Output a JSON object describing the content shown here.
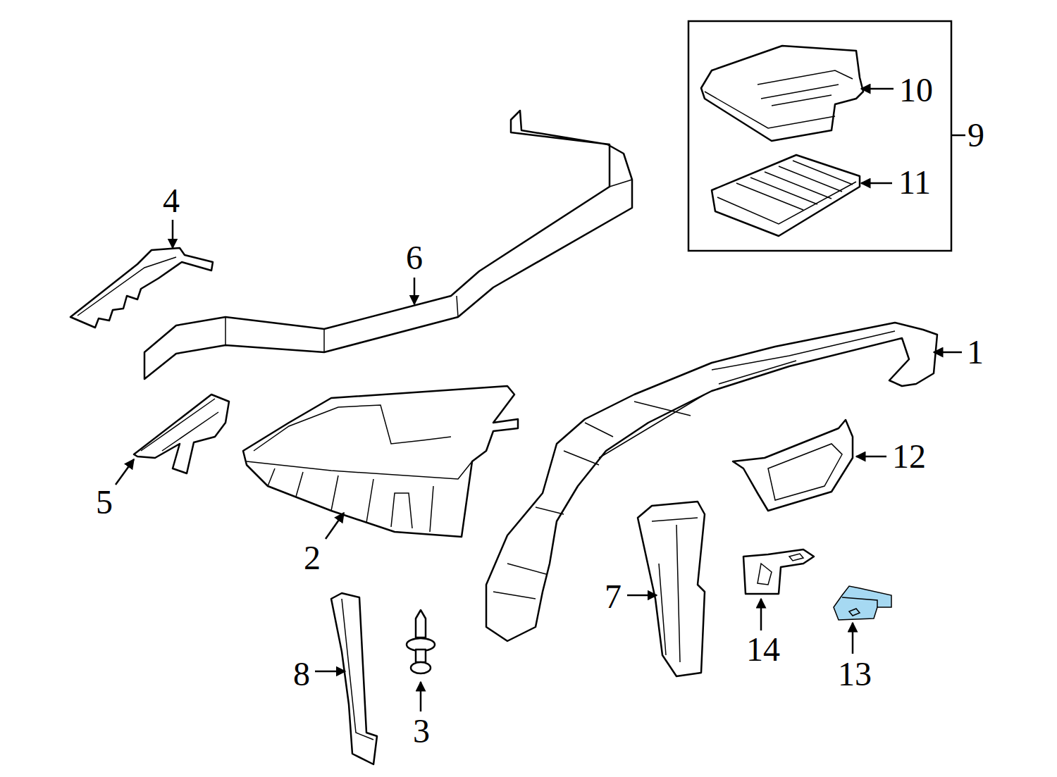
{
  "diagram": {
    "labels": [
      "10",
      "9",
      "11",
      "4",
      "6",
      "1",
      "12",
      "5",
      "2",
      "7",
      "14",
      "8",
      "13",
      "3"
    ]
  }
}
